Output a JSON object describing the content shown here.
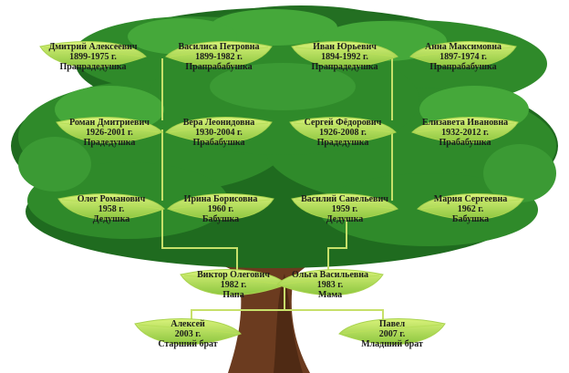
{
  "colors": {
    "leaf_light": "#d9f27a",
    "leaf_dark": "#8cc63f",
    "connector": "#c7e06a",
    "trunk": "#6b3b1f",
    "foliage_dark": "#1f6b1f",
    "foliage_mid": "#2f8a2a",
    "foliage_light": "#45a83a"
  },
  "people": [
    {
      "id": "p1",
      "name": "Дмитрий Алексеевич",
      "years": "1899-1975 г.",
      "role": "Прапрадедушка"
    },
    {
      "id": "p2",
      "name": "Василиса Петровна",
      "years": "1899-1982 г.",
      "role": "Прапрабабушка"
    },
    {
      "id": "p3",
      "name": "Иван Юрьевич",
      "years": "1894-1992 г.",
      "role": "Прапрадедушка"
    },
    {
      "id": "p4",
      "name": "Анна Максимовна",
      "years": "1897-1974 г.",
      "role": "Прапрабабушка"
    },
    {
      "id": "p5",
      "name": "Роман Дмитриевич",
      "years": "1926-2001 г.",
      "role": "Прадедушка"
    },
    {
      "id": "p6",
      "name": "Вера Леонидовна",
      "years": "1930-2004 г.",
      "role": "Прабабушка"
    },
    {
      "id": "p7",
      "name": "Сергей Фёдорович",
      "years": "1926-2008 г.",
      "role": "Прадедушка"
    },
    {
      "id": "p8",
      "name": "Елизавета Ивановна",
      "years": "1932-2012 г.",
      "role": "Прабабушка"
    },
    {
      "id": "p9",
      "name": "Олег Романович",
      "years": "1958 г.",
      "role": "Дедушка"
    },
    {
      "id": "p10",
      "name": "Ирина Борисовна",
      "years": "1960 г.",
      "role": "Бабушка"
    },
    {
      "id": "p11",
      "name": "Василий Савельевич",
      "years": "1959 г.",
      "role": "Дедушка"
    },
    {
      "id": "p12",
      "name": "Мария Сергеевна",
      "years": "1962 г.",
      "role": "Бабушка"
    },
    {
      "id": "p13",
      "name": "Виктор Олегович",
      "years": "1982 г.",
      "role": "Папа"
    },
    {
      "id": "p14",
      "name": "Ольга Васильевна",
      "years": "1983 г.",
      "role": "Мама"
    },
    {
      "id": "p15",
      "name": "Алексей",
      "years": "2003 г.",
      "role": "Старший брат"
    },
    {
      "id": "p16",
      "name": "Павел",
      "years": "2007 г.",
      "role": "Младший брат"
    }
  ]
}
